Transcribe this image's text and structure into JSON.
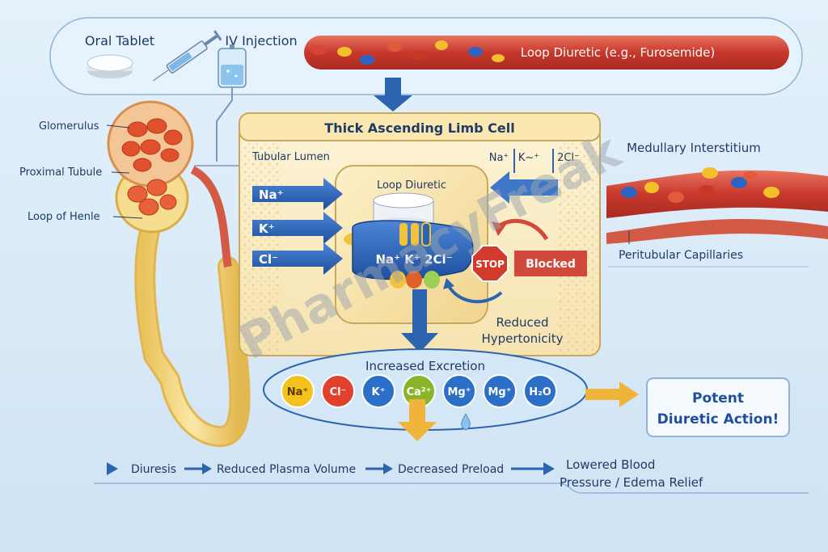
{
  "admin": {
    "oral_tablet": "Oral Tablet",
    "iv_injection": "IV Injection",
    "drug_label": "Loop Diuretic (e.g., Furosemide)"
  },
  "kidney": {
    "glomerulus": "Glomerulus",
    "proximal_tubule": "Proximal Tubule",
    "loop_of_henle": "Loop of Henle"
  },
  "cell": {
    "title": "Thick Ascending Limb Cell",
    "tubular_lumen": "Tubular Lumen",
    "ions_in": [
      "Na⁺",
      "K⁺",
      "Cl⁻"
    ],
    "top_na": "Na⁺",
    "top_k": "K~⁺",
    "top_cl": "2Cl⁻",
    "loop_diuretic": "Loop Diuretic",
    "transporter": "Na⁺ K⁺ 2Cl⁻",
    "stop": "STOP",
    "blocked": "Blocked",
    "reduced_1": "Reduced",
    "reduced_2": "Hypertonicity"
  },
  "interstitium": {
    "medullary": "Medullary Interstitium",
    "capillaries": "Peritubular Capillaries"
  },
  "excretion": {
    "title": "Increased Excretion",
    "ions": [
      {
        "label": "Na⁺",
        "color": "#f4c21c"
      },
      {
        "label": "Cl⁻",
        "color": "#e0402c"
      },
      {
        "label": "K⁺",
        "color": "#2c6fc8"
      },
      {
        "label": "Ca²⁺",
        "color": "#8ab42a"
      },
      {
        "label": "Mg⁺",
        "color": "#2c6fc8"
      },
      {
        "label": "Mg⁺",
        "color": "#2c6fc8"
      },
      {
        "label": "H₂O",
        "color": "#2c6fc8"
      }
    ]
  },
  "result": {
    "line1": "Potent",
    "line2": "Diuretic Action!"
  },
  "flow": {
    "steps": [
      "Diuresis",
      "Reduced Plasma Volume",
      "Decreased Preload"
    ],
    "final_1": "Lowered Blood",
    "final_2": "Pressure / Edema Relief"
  },
  "watermark": "PharmacyFreak",
  "colors": {
    "navy": "#1e3a66",
    "arrow_blue": "#2c64b0",
    "vessel_red": "#d2483a",
    "cell_cream": "#fbeec6",
    "tubule_yellow": "#f5dd8a"
  }
}
